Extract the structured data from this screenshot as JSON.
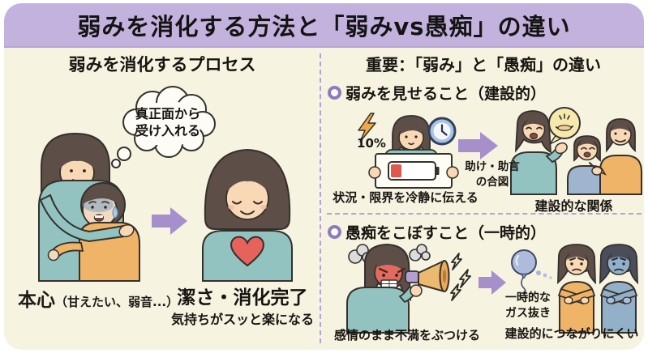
{
  "title": "弱みを消化する方法と「弱みvs愚痴」の違い",
  "left_panel": {
    "heading": "弱みを消化するプロセス",
    "thought_bubble": {
      "line1": "真正面から",
      "line2": "受け入れる"
    },
    "before": {
      "label": "本心",
      "note": "（甘えたい、弱音...）"
    },
    "after": {
      "label": "潔さ・消化完了",
      "note": "気持ちがスッと楽になる"
    }
  },
  "right_panel": {
    "heading": "重要：「弱み」と「愚痴」の違い",
    "section_weakness": {
      "label": "弱みを見せること（建設的）",
      "battery_level": "10%",
      "caption_left": "状況・限界を冷静に伝える",
      "arrow_note": {
        "line1": "助け・助言",
        "line2": "の合図"
      },
      "caption_right": "建設的な関係"
    },
    "section_complaint": {
      "label": "愚痴をこぼすこと（一時的）",
      "caption_left": "感情のまま不満をぶつける",
      "arrow_note": {
        "line1": "一時的な",
        "line2": "ガス抜き"
      },
      "caption_right": "建設的につながりにくい"
    }
  },
  "icons": {
    "thought_bubble": "thought-bubble-icon",
    "arrow": "arrow-right-icon",
    "heart": "heart-icon",
    "lightning": "lightning-icon",
    "battery_low": "battery-low-icon",
    "clock": "clock-icon",
    "helping_hand_bubble": "helping-hand-speech-bubble-icon",
    "steam": "steam-puff-icon",
    "megaphone": "megaphone-icon",
    "spark": "spark-bolt-icon",
    "balloon": "balloon-icon"
  },
  "colors": {
    "banner": "#c4b2de",
    "background": "#f7f3e1",
    "divider": "#b4a3d8",
    "arrow": "#a78fcc",
    "bullet_ring": "#8d7bbf",
    "teal_shirt": "#92c3c0",
    "orange_shirt": "#f0b468",
    "blue_shirt": "#9fb4cf",
    "heart_red": "#e8625c",
    "battery_red": "#e0574e",
    "clock_blue": "#a9c4e3",
    "bubble_yellow": "#f6e9ae",
    "balloon_blue": "#aebbdc",
    "angry_face": "#e26a5e"
  }
}
